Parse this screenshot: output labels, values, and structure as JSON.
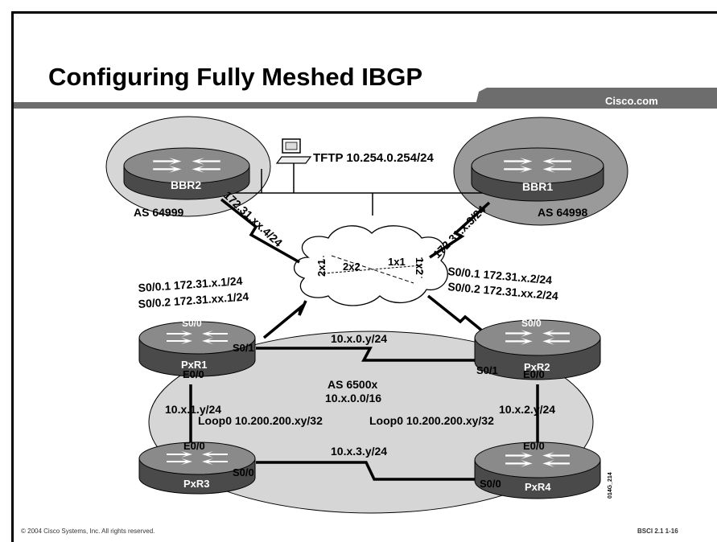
{
  "slide": {
    "title": "Configuring Fully Meshed IBGP",
    "brand": "Cisco.com",
    "footer_left": "© 2004 Cisco Systems, Inc. All rights reserved.",
    "footer_right": "BSCI 2.1     1-16",
    "figure_id": "014G_214"
  },
  "routers": {
    "bbr2": "BBR2",
    "bbr1": "BBR1",
    "pxr1": "PxR1",
    "pxr2": "PxR2",
    "pxr3": "PxR3",
    "pxr4": "PxR4"
  },
  "as_labels": {
    "bbr2": "AS 64999",
    "bbr1": "AS 64998",
    "pod_as": "AS 6500x",
    "pod_net": "10.x.0.0/16"
  },
  "server": {
    "label": "TFTP 10.254.0.254/24"
  },
  "links": {
    "bbr2_serial": "172.31.xx.4/24",
    "bbr1_serial": "172.31.x.3/24",
    "pxr1_s01": "S0/0.1 172.31.x.1/24",
    "pxr1_s02": "S0/0.2 172.31.xx.1/24",
    "pxr2_s01": "S0/0.1 172.31.x.2/24",
    "pxr2_s02": "S0/0.2 172.31.xx.2/24",
    "top_net": "10.x.0.y/24",
    "left_net": "10.x.1.y/24",
    "right_net": "10.x.2.y/24",
    "bottom_net": "10.x.3.y/24",
    "loop_left": "Loop0 10.200.200.xy/32",
    "loop_right": "Loop0 10.200.200.xy/32"
  },
  "frame_relay": {
    "dlci_2x1": "2x1",
    "dlci_2x2": "2x2",
    "dlci_1x1": "1x1",
    "dlci_1x2": "1x2"
  },
  "interfaces": {
    "pxr1_s00": "S0/0",
    "pxr1_s01": "S0/1",
    "pxr1_e00": "E0/0",
    "pxr2_s00": "S0/0",
    "pxr2_s01": "S0/1",
    "pxr2_e00": "E0/0",
    "pxr3_e00": "E0/0",
    "pxr3_s00": "S0/0",
    "pxr4_e00": "E0/0",
    "pxr4_s00": "S0/0"
  },
  "colors": {
    "bar": "#6d6d6d",
    "as_fill": "#d6d6d6",
    "router_top": "#8a8a8a",
    "router_side": "#4a4a4a"
  }
}
